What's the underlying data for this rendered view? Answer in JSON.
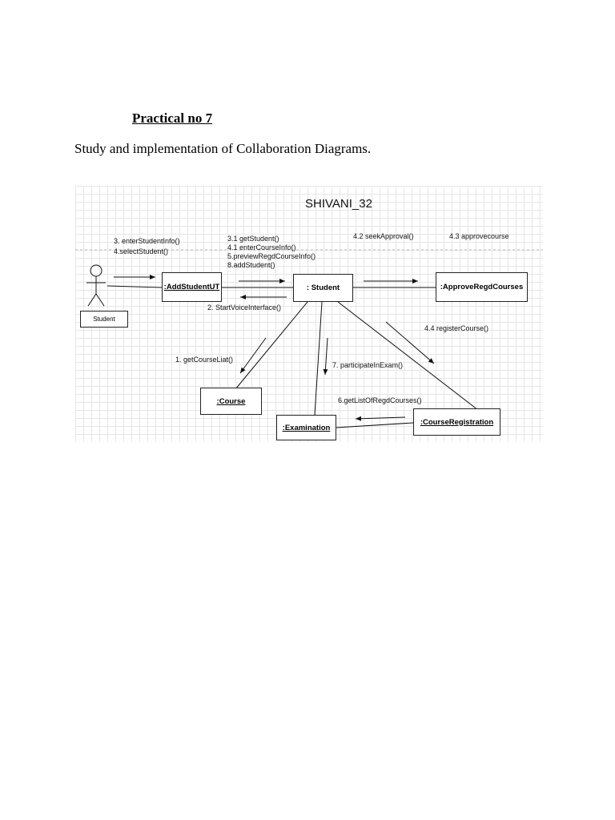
{
  "document": {
    "heading": "Practical no 7",
    "subtitle": "Study and implementation of Collaboration Diagrams."
  },
  "diagram": {
    "title": "SHIVANI_32",
    "actor_label": "Student",
    "objects": {
      "add_student_ut": ":AddStudentUT",
      "student": ": Student",
      "approve_regd_courses": ":ApproveRegdCourses",
      "course": ":Course",
      "examination": ":Examination",
      "course_registration": ":CourseRegistration"
    },
    "messages": {
      "enter_student_info": "3. enterStudentInfo()",
      "select_student": "4.selectStudent()",
      "get_student": "3.1 getStudent()",
      "enter_course_info": "4.1 enterCourseInfo()",
      "preview_regd_course_info": "5.previewRegdCourseInfo()",
      "add_student": "8.addStudent()",
      "seek_approval": "4.2 seekApproval()",
      "approve_course": "4.3 approvecourse",
      "start_voice_interface": "2. StartVoiceInterface()",
      "register_course": "4.4 registerCourse()",
      "get_course_list": "1. getCourseLiat()",
      "participate_in_exam": "7. participateInExam()",
      "get_list_of_regd_courses": "6.getListOfRegdCourses()"
    }
  }
}
